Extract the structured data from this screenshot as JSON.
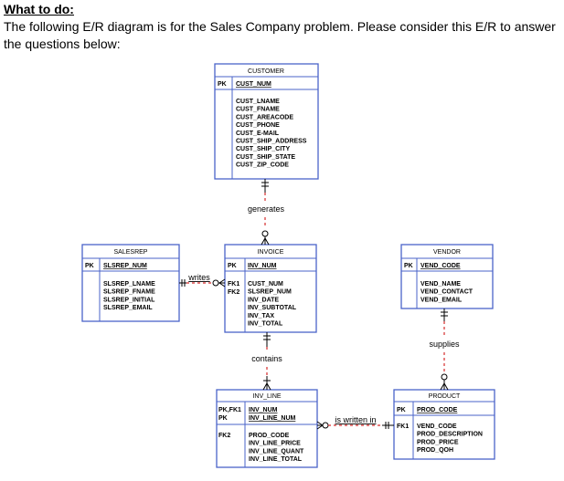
{
  "heading": "What to do:",
  "intro": "The following E/R diagram is for the Sales Company problem. Please consider this E/R to answer the questions below:",
  "entities": {
    "customer": {
      "name": "CUSTOMER",
      "pk_label": "PK",
      "pk_field": "CUST_NUM",
      "attributes": [
        "CUST_LNAME",
        "CUST_FNAME",
        "CUST_AREACODE",
        "CUST_PHONE",
        "CUST_E-MAIL",
        "CUST_SHIP_ADDRESS",
        "CUST_SHIP_CITY",
        "CUST_SHIP_STATE",
        "CUST_ZIP_CODE"
      ]
    },
    "salesrep": {
      "name": "SALESREP",
      "pk_label": "PK",
      "pk_field": "SLSREP_NUM",
      "attributes": [
        "SLSREP_LNAME",
        "SLSREP_FNAME",
        "SLSREP_INITIAL",
        "SLSREP_EMAIL"
      ]
    },
    "invoice": {
      "name": "INVOICE",
      "pk_label": "PK",
      "pk_field": "INV_NUM",
      "fk_labels": [
        "FK1",
        "FK2"
      ],
      "attributes": [
        "CUST_NUM",
        "SLSREP_NUM",
        "INV_DATE",
        "INV_SUBTOTAL",
        "INV_TAX",
        "INV_TOTAL"
      ]
    },
    "vendor": {
      "name": "VENDOR",
      "pk_label": "PK",
      "pk_field": "VEND_CODE",
      "attributes": [
        "VEND_NAME",
        "VEND_CONTACT",
        "VEND_EMAIL"
      ]
    },
    "inv_line": {
      "name": "INV_LINE",
      "pk_labels": [
        "PK,FK1",
        "PK"
      ],
      "pk_fields": [
        "INV_NUM",
        "INV_LINE_NUM"
      ],
      "fk_label": "FK2",
      "attributes": [
        "PROD_CODE",
        "INV_LINE_PRICE",
        "INV_LINE_QUANT",
        "INV_LINE_TOTAL"
      ]
    },
    "product": {
      "name": "PRODUCT",
      "pk_label": "PK",
      "pk_field": "PROD_CODE",
      "fk_label": "FK1",
      "attributes": [
        "VEND_CODE",
        "PROD_DESCRIPTION",
        "PROD_PRICE",
        "PROD_QOH"
      ]
    }
  },
  "relationships": {
    "generates": "generates",
    "writes": "writes",
    "contains": "contains",
    "supplies": "supplies",
    "is_written_in": "is written in"
  }
}
